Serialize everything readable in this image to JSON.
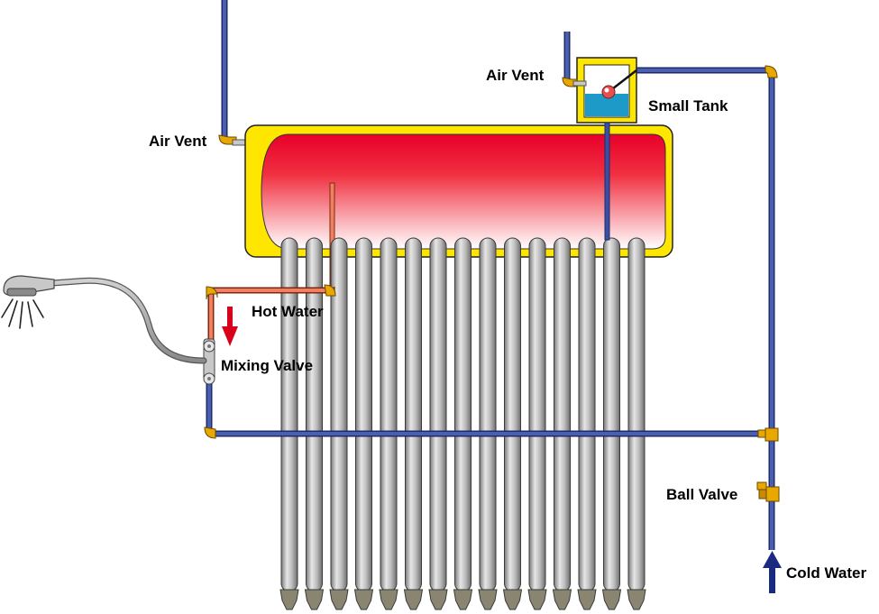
{
  "labels": {
    "air_vent_left": "Air Vent",
    "air_vent_top": "Air Vent",
    "small_tank": "Small Tank",
    "hot_water": "Hot Water",
    "mixing_valve": "Mixing Valve",
    "ball_valve": "Ball Valve",
    "cold_water": "Cold Water"
  },
  "colors": {
    "tank_frame": "#FFE600",
    "tank_hot": "#E8002A",
    "cold_pipe": "#3A4FA0",
    "hot_pipe": "#F08060",
    "tube": "#A8A8A8",
    "fitting": "#E8A800",
    "tank_water": "#1E9AC8",
    "arrow_hot": "#D8001A",
    "arrow_cold": "#1A2A80"
  },
  "tube_count": 15
}
